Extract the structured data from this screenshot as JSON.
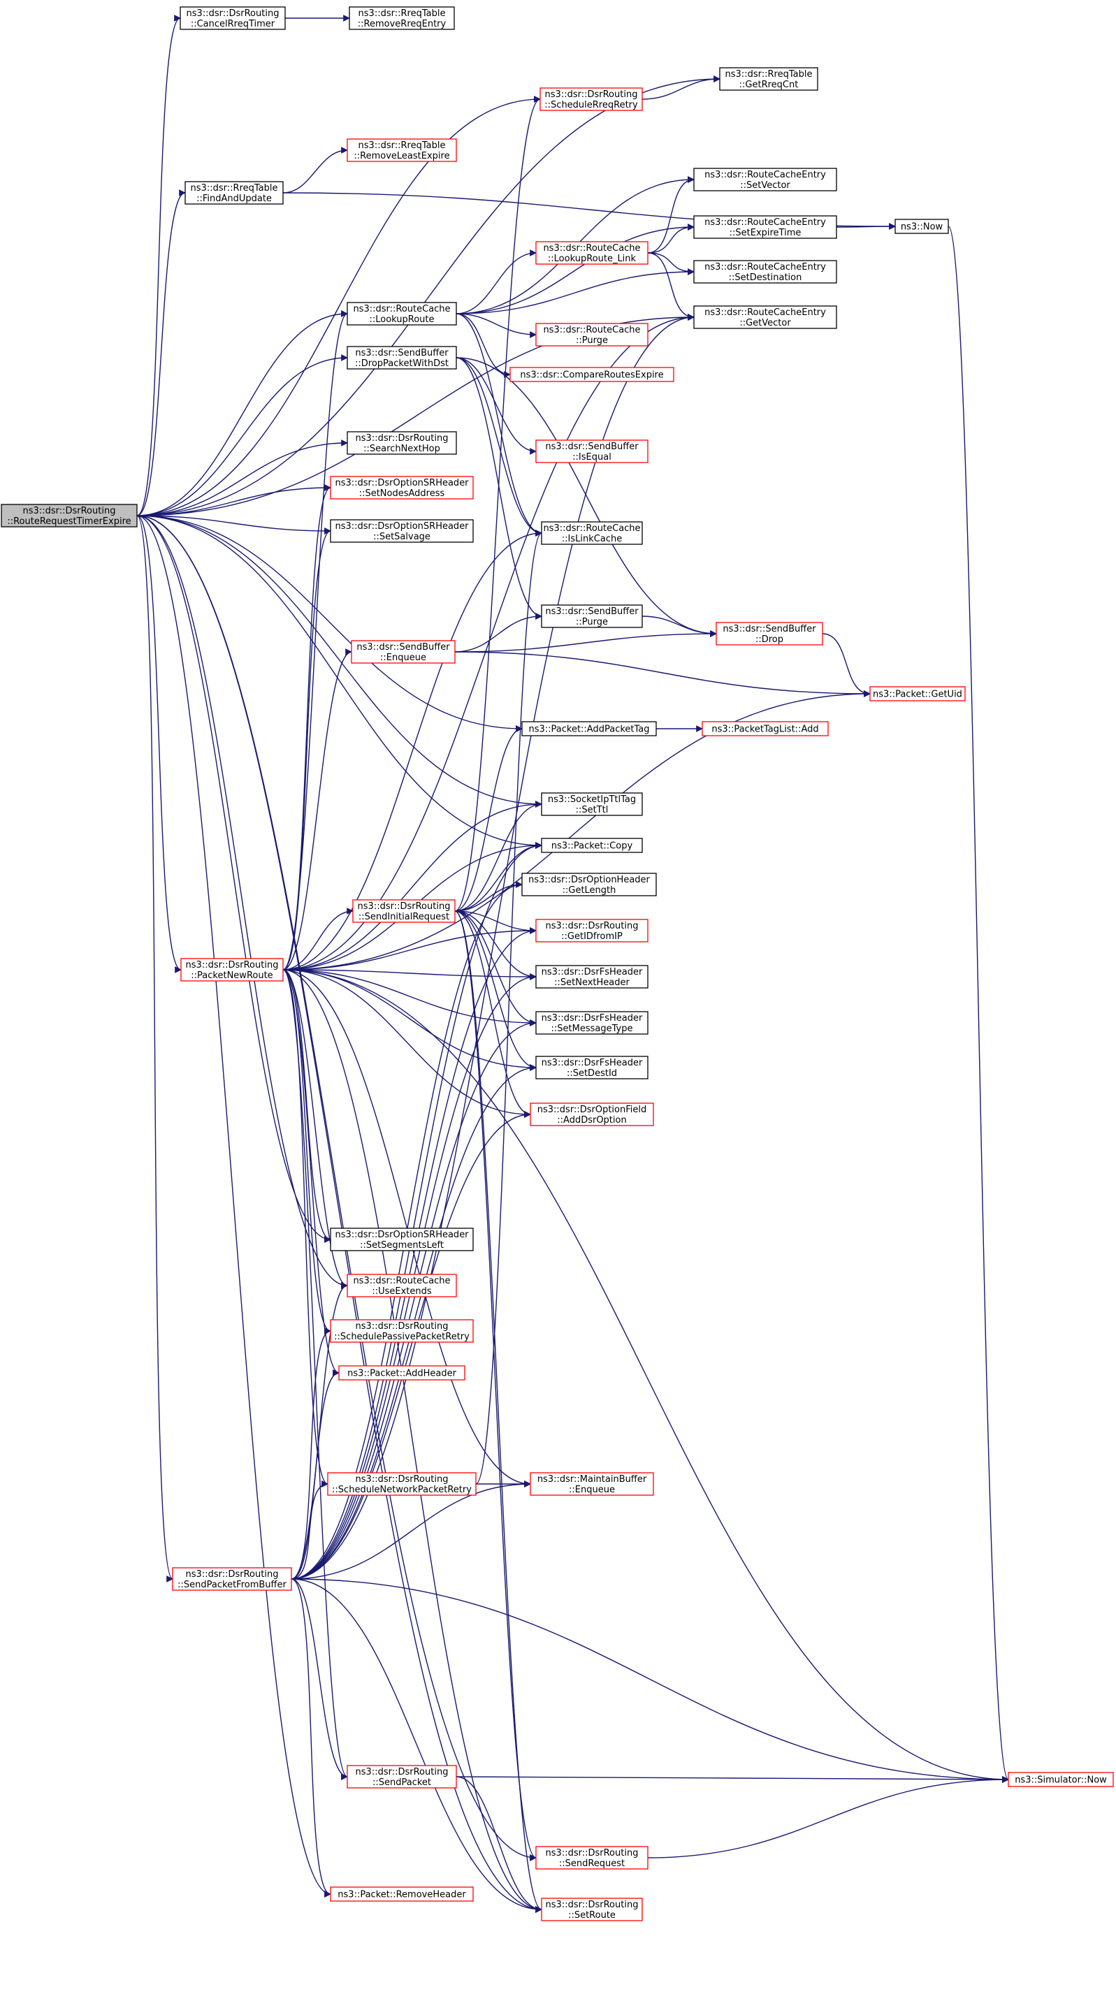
{
  "graph": {
    "edge_color": "#191970",
    "colors": {
      "root_fill": "#bfbfbf",
      "default_border": "#000000",
      "truncated_border": "#ff0000",
      "fill": "#ffffff"
    },
    "nodes": [
      {
        "id": "root",
        "lines": [
          "ns3::dsr::DsrRouting",
          "::RouteRequestTimerExpire"
        ],
        "style": "root"
      },
      {
        "id": "cancelReqTimer",
        "lines": [
          "ns3::dsr::DsrRouting",
          "::CancelRreqTimer"
        ],
        "style": "black"
      },
      {
        "id": "removeRreqEntry",
        "lines": [
          "ns3::dsr::RreqTable",
          "::RemoveRreqEntry"
        ],
        "style": "black"
      },
      {
        "id": "getRreqCnt",
        "lines": [
          "ns3::dsr::RreqTable",
          "::GetRreqCnt"
        ],
        "style": "black"
      },
      {
        "id": "scheduleRreqRetry",
        "lines": [
          "ns3::dsr::DsrRouting",
          "::ScheduleRreqRetry"
        ],
        "style": "red"
      },
      {
        "id": "removeLeastExpire",
        "lines": [
          "ns3::dsr::RreqTable",
          "::RemoveLeastExpire"
        ],
        "style": "red"
      },
      {
        "id": "findAndUpdate",
        "lines": [
          "ns3::dsr::RreqTable",
          "::FindAndUpdate"
        ],
        "style": "black"
      },
      {
        "id": "setVector",
        "lines": [
          "ns3::dsr::RouteCacheEntry",
          "::SetVector"
        ],
        "style": "black"
      },
      {
        "id": "now",
        "lines": [
          "ns3::Now"
        ],
        "style": "black"
      },
      {
        "id": "setExpireTime",
        "lines": [
          "ns3::dsr::RouteCacheEntry",
          "::SetExpireTime"
        ],
        "style": "black"
      },
      {
        "id": "lookupRouteLink",
        "lines": [
          "ns3::dsr::RouteCache",
          "::LookupRoute_Link"
        ],
        "style": "red"
      },
      {
        "id": "setDestination",
        "lines": [
          "ns3::dsr::RouteCacheEntry",
          "::SetDestination"
        ],
        "style": "black"
      },
      {
        "id": "lookupRoute",
        "lines": [
          "ns3::dsr::RouteCache",
          "::LookupRoute"
        ],
        "style": "black"
      },
      {
        "id": "getVector",
        "lines": [
          "ns3::dsr::RouteCacheEntry",
          "::GetVector"
        ],
        "style": "black"
      },
      {
        "id": "purgeCache",
        "lines": [
          "ns3::dsr::RouteCache",
          "::Purge"
        ],
        "style": "red"
      },
      {
        "id": "dropPacketWithDst",
        "lines": [
          "ns3::dsr::SendBuffer",
          "::DropPacketWithDst"
        ],
        "style": "black"
      },
      {
        "id": "compareRoutesExpire",
        "lines": [
          "ns3::dsr::CompareRoutesExpire"
        ],
        "style": "red"
      },
      {
        "id": "searchNextHop",
        "lines": [
          "ns3::dsr::DsrRouting",
          "::SearchNextHop"
        ],
        "style": "black"
      },
      {
        "id": "isEqual",
        "lines": [
          "ns3::dsr::SendBuffer",
          "::IsEqual"
        ],
        "style": "red"
      },
      {
        "id": "setNodesAddress",
        "lines": [
          "ns3::dsr::DsrOptionSRHeader",
          "::SetNodesAddress"
        ],
        "style": "red"
      },
      {
        "id": "setSalvage",
        "lines": [
          "ns3::dsr::DsrOptionSRHeader",
          "::SetSalvage"
        ],
        "style": "black"
      },
      {
        "id": "isLinkCache",
        "lines": [
          "ns3::dsr::RouteCache",
          "::IsLinkCache"
        ],
        "style": "black"
      },
      {
        "id": "purgeBuffer",
        "lines": [
          "ns3::dsr::SendBuffer",
          "::Purge"
        ],
        "style": "black"
      },
      {
        "id": "enqueueBuffer",
        "lines": [
          "ns3::dsr::SendBuffer",
          "::Enqueue"
        ],
        "style": "red"
      },
      {
        "id": "drop",
        "lines": [
          "ns3::dsr::SendBuffer",
          "::Drop"
        ],
        "style": "red"
      },
      {
        "id": "getUid",
        "lines": [
          "ns3::Packet::GetUid"
        ],
        "style": "red"
      },
      {
        "id": "addPacketTag",
        "lines": [
          "ns3::Packet::AddPacketTag"
        ],
        "style": "black"
      },
      {
        "id": "tagListAdd",
        "lines": [
          "ns3::PacketTagList::Add"
        ],
        "style": "red"
      },
      {
        "id": "setTtl",
        "lines": [
          "ns3::SocketIpTtlTag",
          "::SetTtl"
        ],
        "style": "black"
      },
      {
        "id": "copy",
        "lines": [
          "ns3::Packet::Copy"
        ],
        "style": "black"
      },
      {
        "id": "getLength",
        "lines": [
          "ns3::dsr::DsrOptionHeader",
          "::GetLength"
        ],
        "style": "black"
      },
      {
        "id": "sendInitialRequest",
        "lines": [
          "ns3::dsr::DsrRouting",
          "::SendInitialRequest"
        ],
        "style": "red"
      },
      {
        "id": "getIDfromIP",
        "lines": [
          "ns3::dsr::DsrRouting",
          "::GetIDfromIP"
        ],
        "style": "red"
      },
      {
        "id": "packetNewRoute",
        "lines": [
          "ns3::dsr::DsrRouting",
          "::PacketNewRoute"
        ],
        "style": "red"
      },
      {
        "id": "setNextHeader",
        "lines": [
          "ns3::dsr::DsrFsHeader",
          "::SetNextHeader"
        ],
        "style": "black"
      },
      {
        "id": "setMessageType",
        "lines": [
          "ns3::dsr::DsrFsHeader",
          "::SetMessageType"
        ],
        "style": "black"
      },
      {
        "id": "setDestId",
        "lines": [
          "ns3::dsr::DsrFsHeader",
          "::SetDestId"
        ],
        "style": "black"
      },
      {
        "id": "addDsrOption",
        "lines": [
          "ns3::dsr::DsrOptionField",
          "::AddDsrOption"
        ],
        "style": "red"
      },
      {
        "id": "setSegmentsLeft",
        "lines": [
          "ns3::dsr::DsrOptionSRHeader",
          "::SetSegmentsLeft"
        ],
        "style": "black"
      },
      {
        "id": "useExtends",
        "lines": [
          "ns3::dsr::RouteCache",
          "::UseExtends"
        ],
        "style": "red"
      },
      {
        "id": "schedulePassive",
        "lines": [
          "ns3::dsr::DsrRouting",
          "::SchedulePassivePacketRetry"
        ],
        "style": "red"
      },
      {
        "id": "addHeader",
        "lines": [
          "ns3::Packet::AddHeader"
        ],
        "style": "red"
      },
      {
        "id": "scheduleNetwork",
        "lines": [
          "ns3::dsr::DsrRouting",
          "::ScheduleNetworkPacketRetry"
        ],
        "style": "red"
      },
      {
        "id": "maintainEnqueue",
        "lines": [
          "ns3::dsr::MaintainBuffer",
          "::Enqueue"
        ],
        "style": "red"
      },
      {
        "id": "sendPacketFromBuffer",
        "lines": [
          "ns3::dsr::DsrRouting",
          "::SendPacketFromBuffer"
        ],
        "style": "red"
      },
      {
        "id": "sendPacket",
        "lines": [
          "ns3::dsr::DsrRouting",
          "::SendPacket"
        ],
        "style": "red"
      },
      {
        "id": "simulatorNow",
        "lines": [
          "ns3::Simulator::Now"
        ],
        "style": "red"
      },
      {
        "id": "sendRequest",
        "lines": [
          "ns3::dsr::DsrRouting",
          "::SendRequest"
        ],
        "style": "red"
      },
      {
        "id": "removeHeader",
        "lines": [
          "ns3::Packet::RemoveHeader"
        ],
        "style": "red"
      },
      {
        "id": "setRoute",
        "lines": [
          "ns3::dsr::DsrRouting",
          "::SetRoute"
        ],
        "style": "red"
      }
    ],
    "edges": [
      [
        "root",
        "cancelReqTimer"
      ],
      [
        "cancelReqTimer",
        "removeRreqEntry"
      ],
      [
        "root",
        "getRreqCnt"
      ],
      [
        "root",
        "scheduleRreqRetry"
      ],
      [
        "scheduleRreqRetry",
        "getRreqCnt"
      ],
      [
        "root",
        "findAndUpdate"
      ],
      [
        "findAndUpdate",
        "removeLeastExpire"
      ],
      [
        "findAndUpdate",
        "now"
      ],
      [
        "root",
        "lookupRoute"
      ],
      [
        "root",
        "getVector"
      ],
      [
        "root",
        "dropPacketWithDst"
      ],
      [
        "root",
        "searchNextHop"
      ],
      [
        "root",
        "setNodesAddress"
      ],
      [
        "root",
        "setSalvage"
      ],
      [
        "root",
        "addPacketTag"
      ],
      [
        "root",
        "setTtl"
      ],
      [
        "root",
        "copy"
      ],
      [
        "root",
        "packetNewRoute"
      ],
      [
        "root",
        "setSegmentsLeft"
      ],
      [
        "root",
        "useExtends"
      ],
      [
        "root",
        "sendPacketFromBuffer"
      ],
      [
        "root",
        "removeHeader"
      ],
      [
        "root",
        "sendRequest"
      ],
      [
        "root",
        "setRoute"
      ],
      [
        "lookupRoute",
        "setVector"
      ],
      [
        "lookupRoute",
        "setExpireTime"
      ],
      [
        "lookupRoute",
        "lookupRouteLink"
      ],
      [
        "lookupRoute",
        "purgeCache"
      ],
      [
        "lookupRoute",
        "compareRoutesExpire"
      ],
      [
        "lookupRoute",
        "isLinkCache"
      ],
      [
        "lookupRoute",
        "setDestination"
      ],
      [
        "lookupRouteLink",
        "setVector"
      ],
      [
        "lookupRouteLink",
        "setExpireTime"
      ],
      [
        "lookupRouteLink",
        "setDestination"
      ],
      [
        "lookupRouteLink",
        "getVector"
      ],
      [
        "setExpireTime",
        "now"
      ],
      [
        "now",
        "simulatorNow"
      ],
      [
        "dropPacketWithDst",
        "isEqual"
      ],
      [
        "dropPacketWithDst",
        "drop"
      ],
      [
        "dropPacketWithDst",
        "purgeBuffer"
      ],
      [
        "dropPacketWithDst",
        "isLinkCache"
      ],
      [
        "purgeBuffer",
        "drop"
      ],
      [
        "drop",
        "getUid"
      ],
      [
        "enqueueBuffer",
        "purgeBuffer"
      ],
      [
        "enqueueBuffer",
        "drop"
      ],
      [
        "enqueueBuffer",
        "getUid"
      ],
      [
        "addPacketTag",
        "tagListAdd"
      ],
      [
        "packetNewRoute",
        "lookupRoute"
      ],
      [
        "packetNewRoute",
        "setNodesAddress"
      ],
      [
        "packetNewRoute",
        "setSalvage"
      ],
      [
        "packetNewRoute",
        "isLinkCache"
      ],
      [
        "packetNewRoute",
        "enqueueBuffer"
      ],
      [
        "packetNewRoute",
        "getVector"
      ],
      [
        "packetNewRoute",
        "getUid"
      ],
      [
        "packetNewRoute",
        "setTtl"
      ],
      [
        "packetNewRoute",
        "copy"
      ],
      [
        "packetNewRoute",
        "sendInitialRequest"
      ],
      [
        "packetNewRoute",
        "getIDfromIP"
      ],
      [
        "packetNewRoute",
        "setNextHeader"
      ],
      [
        "packetNewRoute",
        "setMessageType"
      ],
      [
        "packetNewRoute",
        "setDestId"
      ],
      [
        "packetNewRoute",
        "addDsrOption"
      ],
      [
        "packetNewRoute",
        "simulatorNow"
      ],
      [
        "packetNewRoute",
        "setSegmentsLeft"
      ],
      [
        "packetNewRoute",
        "useExtends"
      ],
      [
        "packetNewRoute",
        "schedulePassive"
      ],
      [
        "packetNewRoute",
        "addHeader"
      ],
      [
        "packetNewRoute",
        "scheduleNetwork"
      ],
      [
        "packetNewRoute",
        "maintainEnqueue"
      ],
      [
        "packetNewRoute",
        "sendPacket"
      ],
      [
        "packetNewRoute",
        "setRoute"
      ],
      [
        "sendInitialRequest",
        "scheduleRreqRetry"
      ],
      [
        "sendInitialRequest",
        "addPacketTag"
      ],
      [
        "sendInitialRequest",
        "setTtl"
      ],
      [
        "sendInitialRequest",
        "copy"
      ],
      [
        "sendInitialRequest",
        "getLength"
      ],
      [
        "sendInitialRequest",
        "getIDfromIP"
      ],
      [
        "sendInitialRequest",
        "setNextHeader"
      ],
      [
        "sendInitialRequest",
        "setMessageType"
      ],
      [
        "sendInitialRequest",
        "setDestId"
      ],
      [
        "sendInitialRequest",
        "addDsrOption"
      ],
      [
        "sendInitialRequest",
        "sendRequest"
      ],
      [
        "sendInitialRequest",
        "setRoute"
      ],
      [
        "scheduleNetwork",
        "maintainEnqueue"
      ],
      [
        "scheduleNetwork",
        "isLinkCache"
      ],
      [
        "sendPacketFromBuffer",
        "useExtends"
      ],
      [
        "sendPacketFromBuffer",
        "schedulePassive"
      ],
      [
        "sendPacketFromBuffer",
        "addHeader"
      ],
      [
        "sendPacketFromBuffer",
        "scheduleNetwork"
      ],
      [
        "sendPacketFromBuffer",
        "maintainEnqueue"
      ],
      [
        "sendPacketFromBuffer",
        "sendPacket"
      ],
      [
        "sendPacketFromBuffer",
        "simulatorNow"
      ],
      [
        "sendPacketFromBuffer",
        "removeHeader"
      ],
      [
        "sendPacketFromBuffer",
        "setRoute"
      ],
      [
        "sendPacketFromBuffer",
        "copy"
      ],
      [
        "sendPacketFromBuffer",
        "getLength"
      ],
      [
        "sendPacketFromBuffer",
        "getIDfromIP"
      ],
      [
        "sendPacketFromBuffer",
        "setNextHeader"
      ],
      [
        "sendPacketFromBuffer",
        "setMessageType"
      ],
      [
        "sendPacketFromBuffer",
        "setDestId"
      ],
      [
        "sendPacketFromBuffer",
        "addDsrOption"
      ],
      [
        "sendPacketFromBuffer",
        "getVector"
      ],
      [
        "sendPacket",
        "simulatorNow"
      ],
      [
        "sendPacket",
        "setRoute"
      ],
      [
        "sendRequest",
        "simulatorNow"
      ]
    ]
  }
}
